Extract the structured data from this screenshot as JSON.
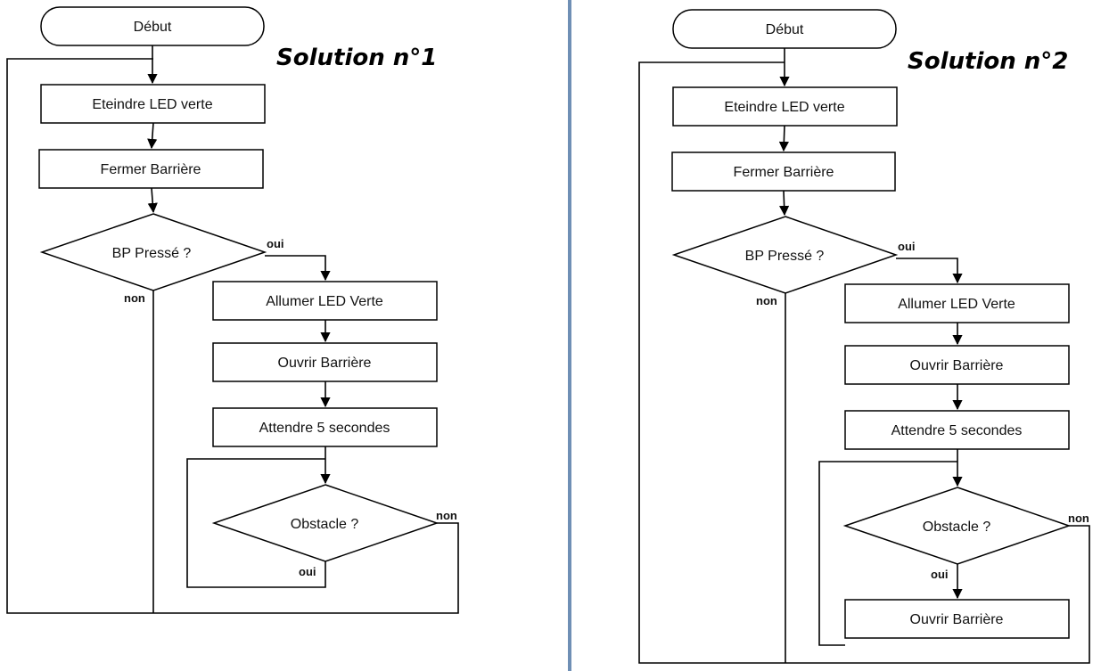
{
  "accent": {
    "divider_color": "#6f8fb5"
  },
  "left": {
    "title": "Solution n°1",
    "nodes": {
      "start": "Début",
      "led_off": "Eteindre LED verte",
      "close_barrier": "Fermer Barrière",
      "bp_pressed": "BP Pressé ?",
      "led_on": "Allumer LED Verte",
      "open_barrier": "Ouvrir Barrière",
      "wait": "Attendre 5 secondes",
      "obstacle": "Obstacle ?"
    },
    "edges": {
      "bp_yes": "oui",
      "bp_no": "non",
      "obstacle_no": "non",
      "obstacle_yes": "oui"
    }
  },
  "right": {
    "title": "Solution n°2",
    "nodes": {
      "start": "Début",
      "led_off": "Eteindre LED verte",
      "close_barrier": "Fermer Barrière",
      "bp_pressed": "BP Pressé ?",
      "led_on": "Allumer LED Verte",
      "open_barrier": "Ouvrir Barrière",
      "wait": "Attendre 5 secondes",
      "obstacle": "Obstacle ?",
      "open_barrier_2": "Ouvrir Barrière"
    },
    "edges": {
      "bp_yes": "oui",
      "bp_no": "non",
      "obstacle_no": "non",
      "obstacle_yes": "oui"
    }
  }
}
